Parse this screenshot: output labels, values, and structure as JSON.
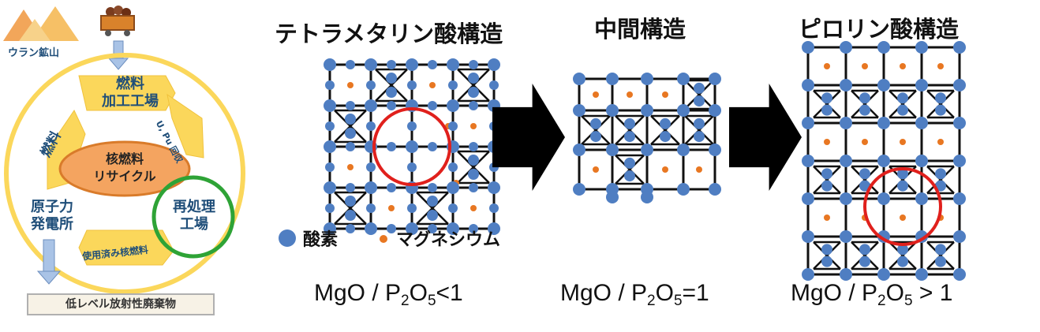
{
  "cycle": {
    "mine_label": "ウラン鉱山",
    "fuel_fab": [
      "燃料",
      "加工工場"
    ],
    "u_pu_recovery": "U, Pu 回収",
    "fuel": "燃料",
    "center": [
      "核燃料",
      "リサイクル"
    ],
    "power_plant": [
      "原子力",
      "発電所"
    ],
    "reprocessing": [
      "再処理",
      "工場"
    ],
    "spent_fuel": "使用済み核燃料",
    "waste": "低レベル放射性廃棄物"
  },
  "structures": [
    {
      "title": "テトラメタリン酸構造",
      "formula_main": "MgO / P",
      "sub1": "2",
      "mid": "O",
      "sub2": "5",
      "tail": "<1"
    },
    {
      "title": "中間構造",
      "formula_main": "MgO / P",
      "sub1": "2",
      "mid": "O",
      "sub2": "5",
      "tail": "=1"
    },
    {
      "title": "ピロリン酸構造",
      "formula_main": "MgO / P",
      "sub1": "2",
      "mid": "O",
      "sub2": "5",
      "tail": " > 1"
    }
  ],
  "legend": {
    "oxygen": "酸素",
    "magnesium": "マグネシウム"
  },
  "colors": {
    "oxygen": "#4f7ec2",
    "magnesium": "#e87722",
    "highlight_red": "#e0201c",
    "highlight_green": "#2ea336",
    "cycle_arrow": "#fbd75b",
    "center_fill": "#f4a460"
  }
}
